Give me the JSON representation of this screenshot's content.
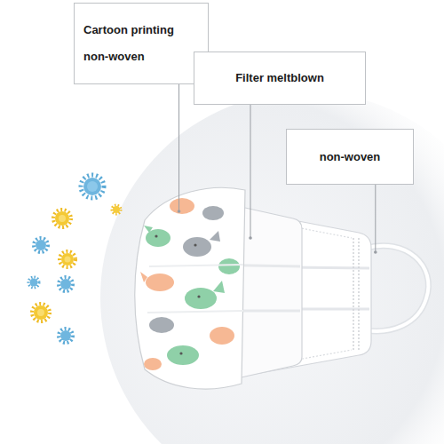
{
  "diagram": {
    "nodes": [
      {
        "text": [
          "Cartoon printing non-woven"
        ]
      },
      {
        "text": [
          "Filter meltblown"
        ]
      },
      {
        "text": [
          "non-woven"
        ]
      }
    ]
  }
}
